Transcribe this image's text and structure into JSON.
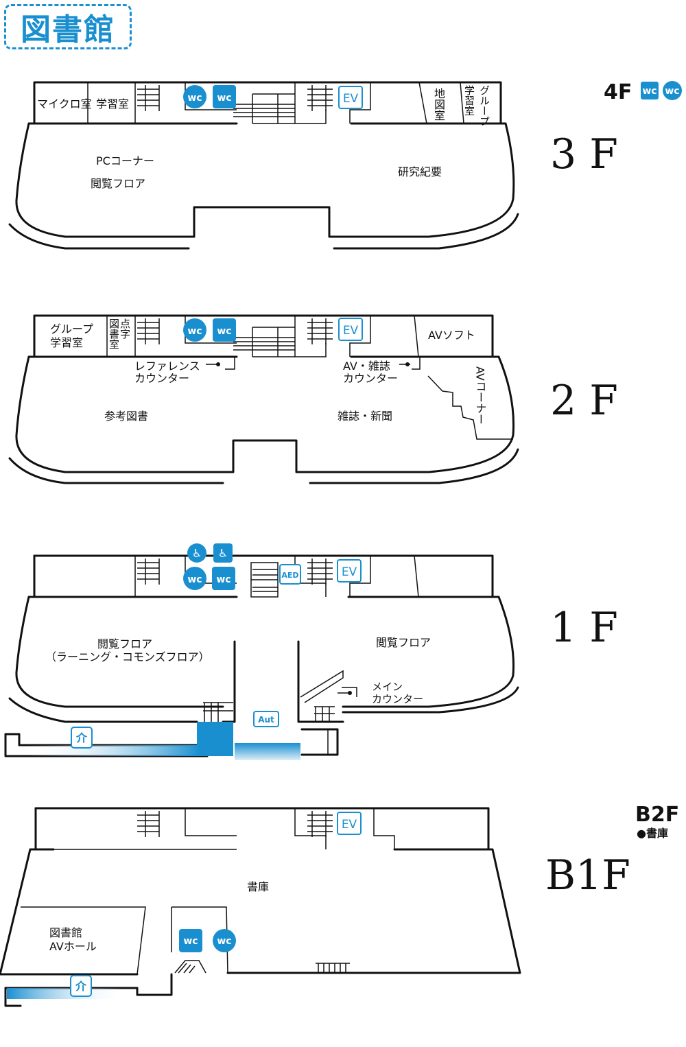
{
  "title": "図書館",
  "colors": {
    "accent": "#1a8fd0",
    "wall": "#111111",
    "background": "#ffffff"
  },
  "icons": {
    "restroom": "wc-icon",
    "accessible": "wheelchair-icon",
    "elevator": "ev-icon",
    "care": "kaigo-icon",
    "aed": "aed-icon",
    "auto_door": "aut-icon"
  },
  "side_labels": {
    "f4": "4F",
    "b2": "B2F",
    "b2_note": "●書庫"
  },
  "common": {
    "wc": "wc",
    "ev": "EV",
    "aed": "AED",
    "aut": "Aut",
    "care": "介"
  },
  "floors": {
    "f3": {
      "label": "3 F",
      "rooms": {
        "micro": "マイクロ室",
        "study": "学習室",
        "map1": "地",
        "map2": "図",
        "map3": "室",
        "grp_a": "学習室",
        "grp_b": "グループ",
        "pc": "PCコーナー",
        "reading": "閲覧フロア",
        "kenkyu": "研究紀要"
      }
    },
    "f2": {
      "label": "2 F",
      "rooms": {
        "grp1": "グループ",
        "grp2": "学習室",
        "tenji_a": "点字",
        "tenji_b": "図書室",
        "avsoft": "AVソフト",
        "ref1": "レファレンス",
        "ref2": "カウンター",
        "avm1": "AV・雑誌",
        "avm2": "カウンター",
        "avc": "AVコーナー",
        "sanko": "参考図書",
        "zasshi": "雑誌・新聞"
      }
    },
    "f1": {
      "label": "1 F",
      "rooms": {
        "reading_l1": "閲覧フロア",
        "reading_l2": "（ラーニング・コモンズフロア）",
        "reading_r": "閲覧フロア",
        "main1": "メイン",
        "main2": "カウンター"
      }
    },
    "b1": {
      "label": "B1F",
      "rooms": {
        "shoko": "書庫",
        "av1": "図書館",
        "av2": "AVホール"
      }
    }
  }
}
